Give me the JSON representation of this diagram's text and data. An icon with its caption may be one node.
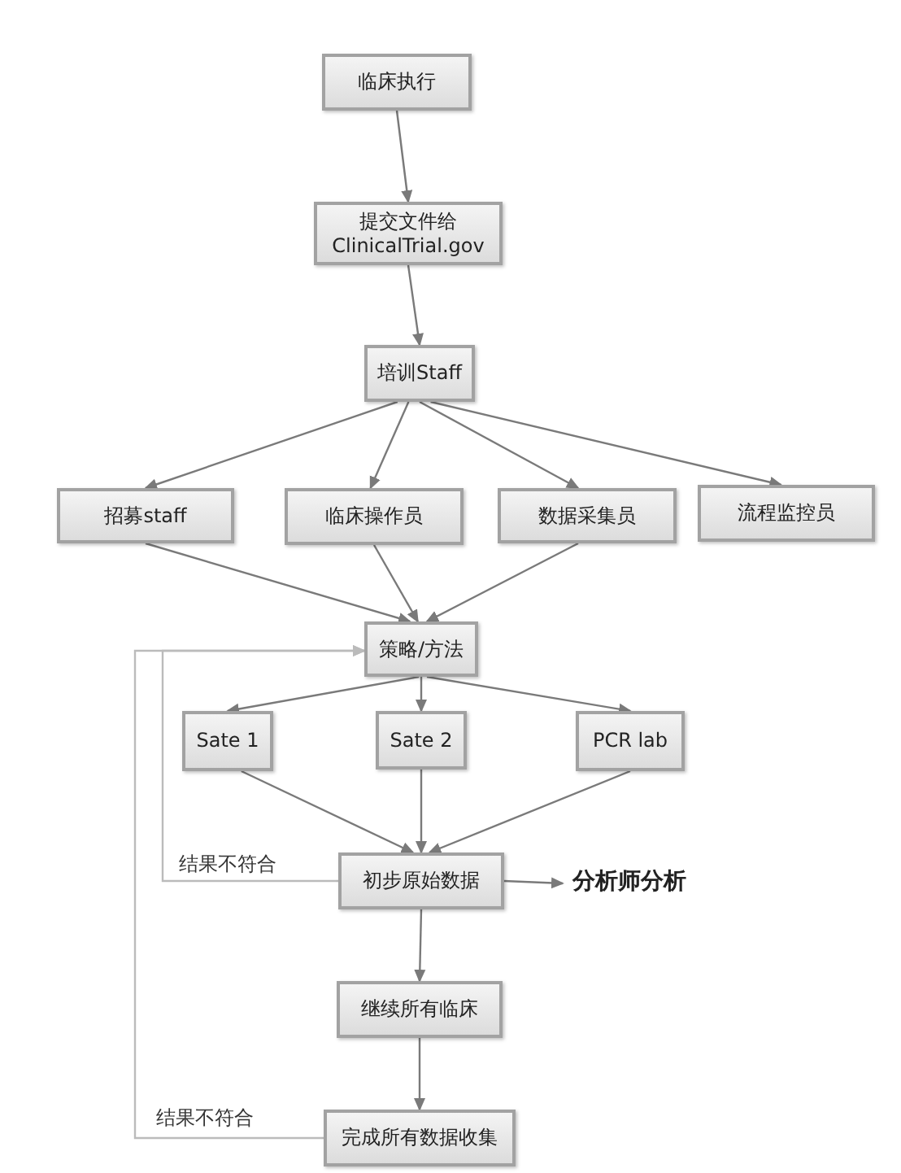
{
  "diagram": {
    "nodes": [
      {
        "text": [
          "临床执行"
        ]
      },
      {
        "text": [
          "提交文件给 ClinicalTrial.gov"
        ]
      },
      {
        "text": [
          "培训Staff"
        ]
      },
      {
        "text": [
          "招募staff"
        ]
      },
      {
        "text": [
          "临床操作员"
        ]
      },
      {
        "text": [
          "数据采集员"
        ]
      },
      {
        "text": [
          "流程监控员"
        ]
      },
      {
        "text": [
          "策略/方法"
        ]
      },
      {
        "text": [
          "Sate 1"
        ]
      },
      {
        "text": [
          "Sate 2"
        ]
      },
      {
        "text": [
          "PCR lab"
        ]
      },
      {
        "text": [
          "初步原始数据"
        ]
      },
      {
        "text": [
          "分析师分析"
        ]
      },
      {
        "text": [
          "继续所有临床"
        ]
      },
      {
        "text": [
          "完成所有数据收集"
        ]
      }
    ],
    "edges": [
      {
        "from": 0,
        "to": 1,
        "arrow": "to"
      },
      {
        "from": 1,
        "to": 2,
        "arrow": "to"
      },
      {
        "from": 2,
        "to": 3,
        "arrow": "to"
      },
      {
        "from": 2,
        "to": 4,
        "arrow": "to"
      },
      {
        "from": 2,
        "to": 5,
        "arrow": "to"
      },
      {
        "from": 2,
        "to": 6,
        "arrow": "to"
      },
      {
        "from": 3,
        "to": 7,
        "arrow": "to"
      },
      {
        "from": 4,
        "to": 7,
        "arrow": "to"
      },
      {
        "from": 5,
        "to": 7,
        "arrow": "to"
      },
      {
        "from": 7,
        "to": 8,
        "arrow": "to"
      },
      {
        "from": 7,
        "to": 9,
        "arrow": "to"
      },
      {
        "from": 7,
        "to": 10,
        "arrow": "to"
      },
      {
        "from": 8,
        "to": 11,
        "arrow": "to"
      },
      {
        "from": 9,
        "to": 11,
        "arrow": "to"
      },
      {
        "from": 10,
        "to": 11,
        "arrow": "to"
      },
      {
        "from": 11,
        "to": 12,
        "arrow": "to"
      },
      {
        "from": 11,
        "to": 7,
        "arrow": "to",
        "label": "结果不符合",
        "color": "#bbbbbb"
      },
      {
        "from": 11,
        "to": 13,
        "arrow": "to"
      },
      {
        "from": 13,
        "to": 14,
        "arrow": "to"
      },
      {
        "from": 14,
        "to": 7,
        "arrow": "to",
        "label": "结果不符合",
        "color": "#bbbbbb"
      }
    ]
  }
}
